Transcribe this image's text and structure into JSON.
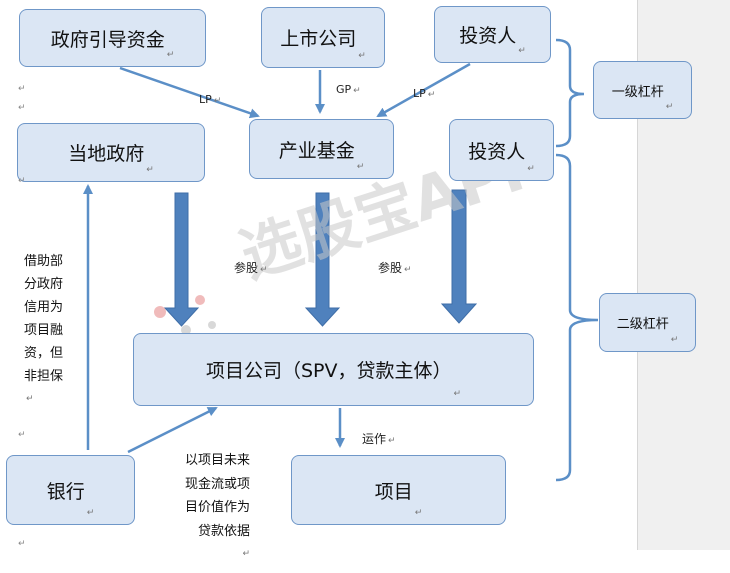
{
  "nodes": {
    "government_fund": "政府引导资金",
    "listed_company": "上市公司",
    "investor_top": "投资人",
    "local_government": "当地政府",
    "industry_fund": "产业基金",
    "investor_mid": "投资人",
    "project_company": "项目公司（SPV，贷款主体）",
    "bank": "银行",
    "project": "项目",
    "level1_leverage": "一级杠杆",
    "level2_leverage": "二级杠杆"
  },
  "labels": {
    "lp_left": "LP",
    "gp": "GP",
    "lp_right": "LP",
    "equity_left": "参股",
    "equity_right": "参股",
    "operate": "运作"
  },
  "notes": {
    "gov_credit": [
      "借助部",
      "分政府",
      "信用为",
      "项目融",
      "资，但",
      "非担保"
    ],
    "loan_basis": [
      "以项目未来",
      "现金流或项",
      "目价值作为",
      "贷款依据"
    ]
  },
  "paragraph_mark": "↵",
  "watermark": "选股宝APP",
  "colors": {
    "box_fill": "#dbe6f4",
    "box_border": "#6f97c8",
    "arrow": "#5b8fc7",
    "big_arrow": "#4f81bd"
  }
}
